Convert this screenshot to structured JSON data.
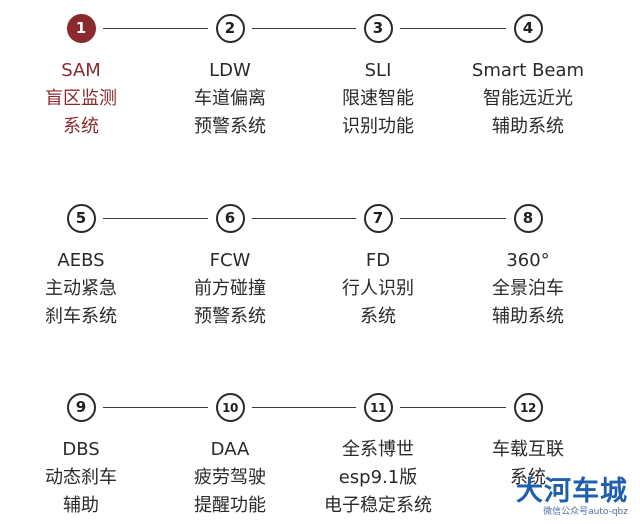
{
  "rows": [
    {
      "steps": [
        {
          "number": "1",
          "lines": [
            "SAM",
            "盲区监测",
            "系统"
          ],
          "active": true
        },
        {
          "number": "2",
          "lines": [
            "LDW",
            "车道偏离",
            "预警系统"
          ]
        },
        {
          "number": "3",
          "lines": [
            "SLI",
            "限速智能",
            "识别功能"
          ]
        },
        {
          "number": "4",
          "lines": [
            "Smart Beam",
            "智能远近光",
            "辅助系统"
          ]
        }
      ]
    },
    {
      "steps": [
        {
          "number": "5",
          "lines": [
            "AEBS",
            "主动紧急",
            "刹车系统"
          ]
        },
        {
          "number": "6",
          "lines": [
            "FCW",
            "前方碰撞",
            "预警系统"
          ]
        },
        {
          "number": "7",
          "lines": [
            "FD",
            "行人识别",
            "系统"
          ]
        },
        {
          "number": "8",
          "lines": [
            "360°",
            "全景泊车",
            "辅助系统"
          ]
        }
      ]
    },
    {
      "steps": [
        {
          "number": "9",
          "lines": [
            "DBS",
            "动态刹车",
            "辅助"
          ]
        },
        {
          "number": "10",
          "lines": [
            "DAA",
            "疲劳驾驶",
            "提醒功能"
          ]
        },
        {
          "number": "11",
          "lines": [
            "全系博世",
            "esp9.1版",
            "电子稳定系统"
          ]
        },
        {
          "number": "12",
          "lines": [
            "车载互联",
            "系统"
          ]
        }
      ]
    }
  ],
  "watermark": {
    "main": "大河车城",
    "sub": "微信公众号auto-qbz"
  },
  "colors": {
    "active": "#8a2a2e",
    "text": "#2a2a2a",
    "watermark": "#1f5fae"
  }
}
